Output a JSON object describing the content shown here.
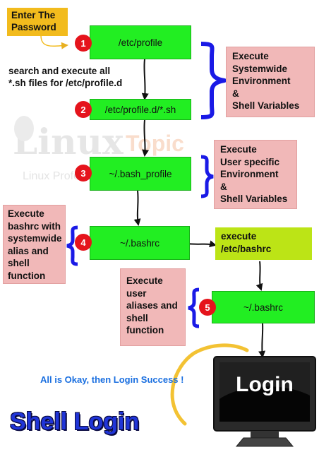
{
  "start_label": "Enter The\nPassword",
  "note_search": "search and execute all\n*.sh files for /etc/profile.d",
  "steps": [
    {
      "num": "1",
      "label": "/etc/profile"
    },
    {
      "num": "2",
      "label": "/etc/profile.d/*.sh"
    },
    {
      "num": "3",
      "label": "~/.bash_profile"
    },
    {
      "num": "4",
      "label": "~/.bashrc"
    },
    {
      "num": "5",
      "label": "~/.bashrc"
    }
  ],
  "execute_etc_bashrc": "execute\n/etc/bashrc",
  "explanations": {
    "systemwide": "Execute\nSystemwide\nEnvironment\n&\nShell Variables",
    "user_specific": "Execute\nUser specific\nEnvironment\n&\nShell Variables",
    "bashrc_systemwide": "Execute\nbashrc with\nsystemwide\nalias and\nshell\nfunction",
    "user_aliases": "Execute\nuser\naliases and\nshell\nfunction"
  },
  "success_message": "All is Okay, then Login Success !",
  "monitor_text": "Login",
  "watermark": {
    "brand": "Linux",
    "topic": "Topic",
    "tagline": "Linux Professional Sysadmin"
  },
  "footer_title": "Shell Login",
  "colors": {
    "green": "#22ee22",
    "lime": "#bce416",
    "pink": "#f1b8b8",
    "red": "#e5141c",
    "blue": "#1a1ae6",
    "yellow": "#f2bb1d",
    "footer_blue": "#2035d8"
  }
}
